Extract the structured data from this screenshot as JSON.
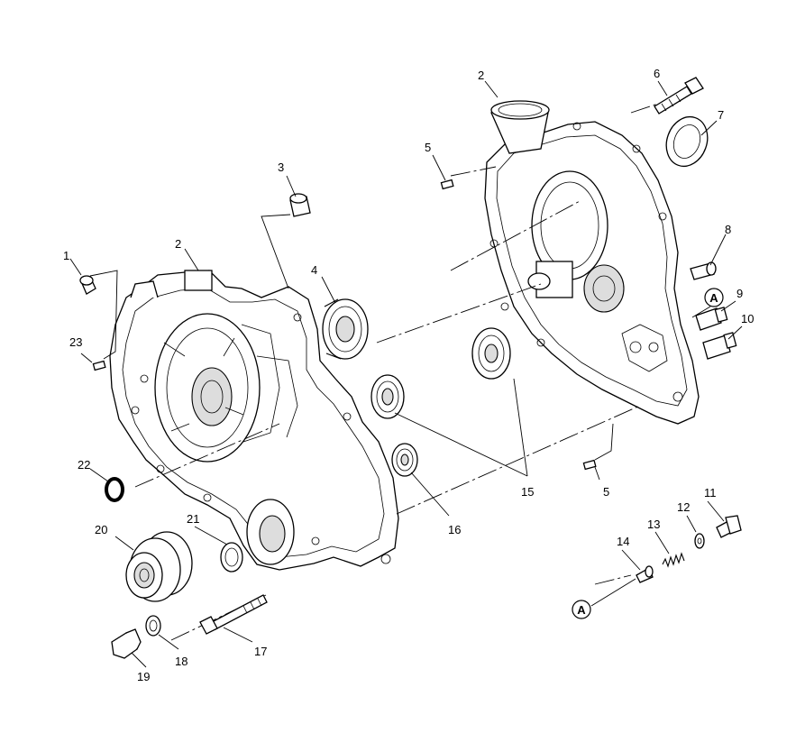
{
  "callouts": {
    "c1": "1",
    "c2_left": "2",
    "c2_right": "2",
    "c3": "3",
    "c4": "4",
    "c5_top": "5",
    "c5_bottom": "5",
    "c6": "6",
    "c7": "7",
    "c8": "8",
    "c9": "9",
    "c10": "10",
    "c11": "11",
    "c12": "12",
    "c13": "13",
    "c14": "14",
    "c15": "15",
    "c16": "16",
    "c17": "17",
    "c18": "18",
    "c19": "19",
    "c20": "20",
    "c21": "21",
    "c22": "22",
    "c23": "23"
  },
  "reference_markers": {
    "upper": "A",
    "lower": "A"
  }
}
